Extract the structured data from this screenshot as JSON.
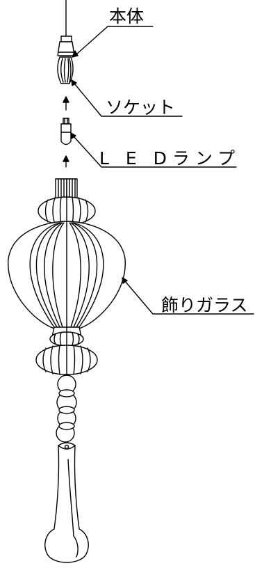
{
  "labels": {
    "body": "本体",
    "socket": "ソケット",
    "led_lamp": "L E Dランプ",
    "decor_glass": "飾りガラス"
  },
  "colors": {
    "line": "#000000",
    "background": "#ffffff"
  }
}
